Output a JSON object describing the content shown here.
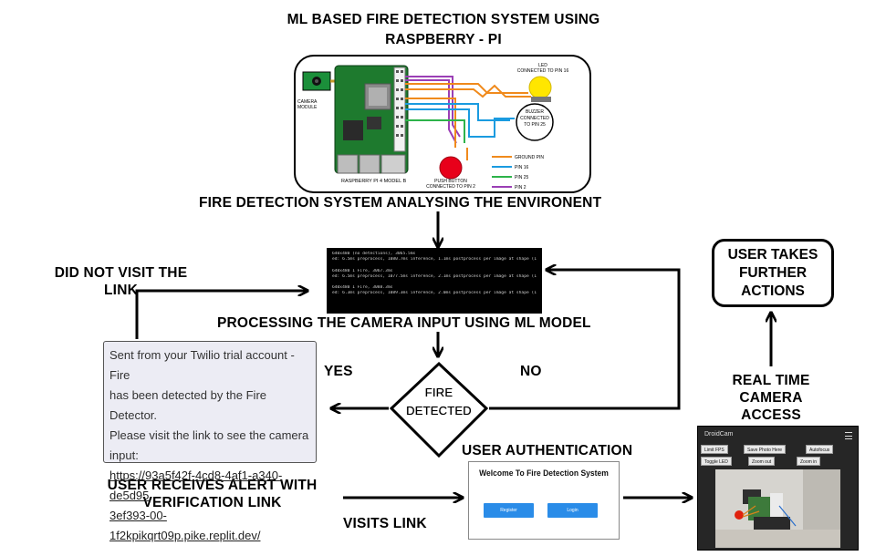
{
  "title_line1": "ML BASED FIRE DETECTION SYSTEM USING",
  "title_line2": "RASPBERRY - PI",
  "hardware": {
    "camera_label_1": "CAMERA",
    "camera_label_2": "MODULE",
    "board_label": "RASPBERRY PI 4 MODEL B",
    "led_label_1": "LED",
    "led_label_2": "CONNECTED TO PIN 16",
    "buzzer_label_1": "BUZZER",
    "buzzer_label_2": "CONNECTED",
    "buzzer_label_3": "TO PIN 25",
    "push_label_1": "PUSH BUTTON",
    "push_label_2": "CONNECTED TO PIN 2",
    "legend": [
      {
        "label": "GROUND PIN",
        "color": "#f08a1c"
      },
      {
        "label": "PIN 16",
        "color": "#1a9be0"
      },
      {
        "label": "PIN 25",
        "color": "#2db34a"
      },
      {
        "label": "PIN 2",
        "color": "#9b3fb5"
      }
    ]
  },
  "steps": {
    "analysing": "FIRE DETECTION SYSTEM ANALYSING THE ENVIRONENT",
    "processing": "PROCESSING THE CAMERA INPUT USING ML MODEL",
    "decision_1": "FIRE",
    "decision_2": "DETECTED",
    "yes": "YES",
    "no": "NO",
    "did_not_visit_1": "DID NOT VISIT THE",
    "did_not_visit_2": "LINK",
    "user_receives_1": "USER RECEIVES ALERT WITH",
    "user_receives_2": "VERIFICATION LINK",
    "visits_link": "VISITS LINK",
    "user_auth": "USER AUTHENTICATION",
    "real_time_1": "REAL TIME",
    "real_time_2": "CAMERA",
    "real_time_3": "ACCESS",
    "actions_1": "USER TAKES",
    "actions_2": "FURTHER",
    "actions_3": "ACTIONS"
  },
  "terminal_lines": [
    "640x480 (no detections), 3065.5ms",
    "ed: 6.5ms preprocess, 1080.7ms inference, 1.1ms postprocess per image at shape (1, 3, 480, 640)",
    "",
    "640x480 1 Fire, 3067.3ms",
    "ed: 6.5ms preprocess, 1077.5ms inference, 2.1ms postprocess per image at shape (1, 3, 480, 640)",
    "",
    "640x480 1 Fire, 3088.3ms",
    "ed: 6.3ms preprocess, 1089.3ms inference, 2.0ms postprocess per image at shape (1, 3, 480, 640)"
  ],
  "sms": {
    "line1": "Sent from your Twilio trial account - Fire",
    "line2": "has been detected by the Fire Detector.",
    "line3": "Please visit the link to see the camera",
    "line4": "input:",
    "link1": "https://93a5f42f-4cd8-4af1-a340-de5d95",
    "link2": "3ef393-00-1f2kpikqrt09p.pike.replit.dev/"
  },
  "auth_screen": {
    "title": "Welcome To Fire Detection System",
    "register": "Register",
    "login": "Login"
  },
  "droidcam": {
    "app_name": "DroidCam",
    "limit_fps": "Limit FPS",
    "save_photo": "Save Photo Here",
    "autofocus": "Autofocus",
    "toggle_led": "Toggle LED",
    "zoom_out": "Zoom out",
    "zoom_in": "Zoom in"
  }
}
